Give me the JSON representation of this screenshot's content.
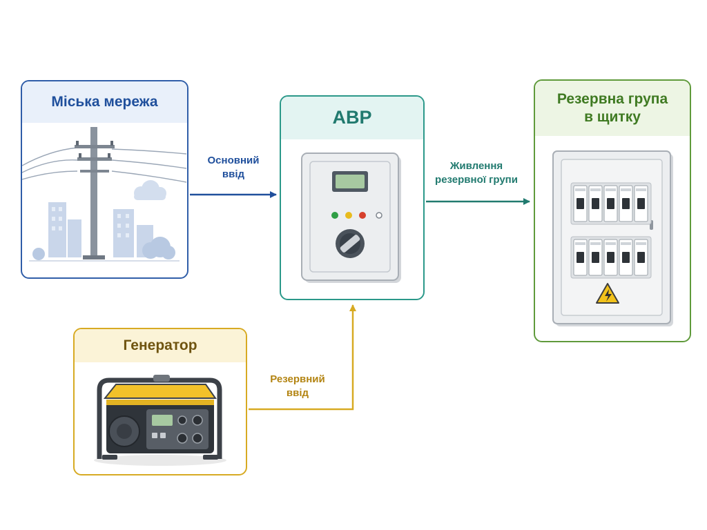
{
  "nodes": {
    "grid": {
      "title": "Міська мережа"
    },
    "atc": {
      "title": "АВР"
    },
    "panel": {
      "title_line1": "Резервна група",
      "title_line2": "в щитку"
    },
    "generator": {
      "title": "Генератор"
    }
  },
  "edges": {
    "main_input": {
      "line1": "Основний",
      "line2": "ввід",
      "color": "#1f4f9c"
    },
    "reserve_input": {
      "line1": "Резервний",
      "line2": "ввід",
      "color": "#d7aa22"
    },
    "group_feed": {
      "line1": "Живлення",
      "line2": "резервної групи",
      "color": "#217a6f"
    }
  },
  "colors": {
    "grid": "#2f5da8",
    "atc": "#2a9889",
    "panel": "#5f9a3b",
    "generator": "#d7aa22"
  },
  "icons": {
    "grid": "power-pole-city-icon",
    "atc": "transfer-switch-icon",
    "panel": "breaker-panel-icon",
    "generator": "generator-icon"
  }
}
